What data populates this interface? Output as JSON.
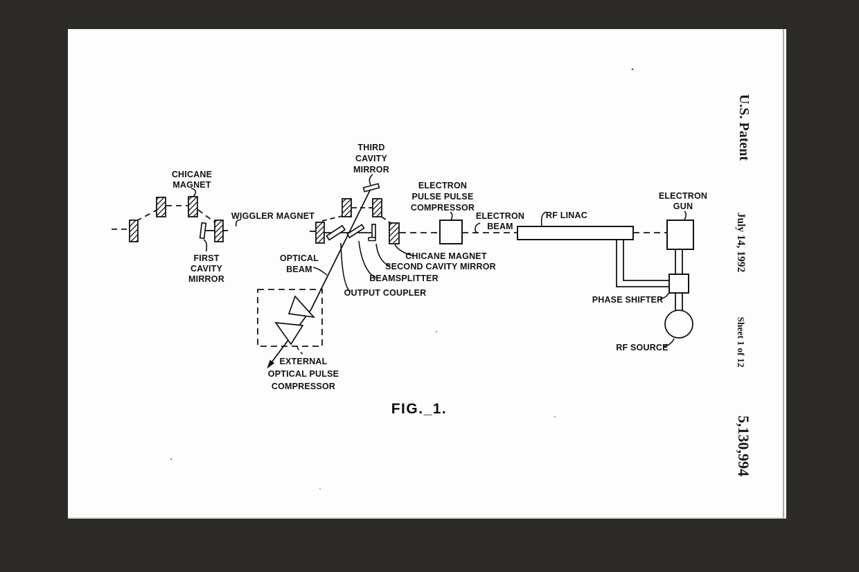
{
  "palette": {
    "background": "#2d2b27",
    "paper": "#fdfdfd",
    "ink": "#121212",
    "edge_shadow": "#a8a8a8"
  },
  "header": {
    "title": "U.S. Patent",
    "date": "July 14, 1992",
    "sheet": "Sheet 1 of 12",
    "patent_number": "5,130,994"
  },
  "figure": {
    "caption": "FIG._1.",
    "labels": {
      "chicane_magnet_left": [
        "CHICANE",
        "MAGNET"
      ],
      "first_cavity_mirror": [
        "FIRST",
        "CAVITY",
        "MIRROR"
      ],
      "wiggler_magnet": "WIGGLER MAGNET",
      "third_cavity_mirror": [
        "THIRD",
        "CAVITY",
        "MIRROR"
      ],
      "optical_beam": [
        "OPTICAL",
        "BEAM"
      ],
      "output_coupler": "OUTPUT COUPLER",
      "beamsplitter": "BEAMSPLITTER",
      "second_cavity_mirror": "SECOND CAVITY MIRROR",
      "chicane_magnet_right": "CHICANE MAGNET",
      "electron_pulse_compressor": [
        "ELECTRON",
        "PULSE PULSE",
        "COMPRESSOR"
      ],
      "electron_beam": [
        "ELECTRON",
        "BEAM"
      ],
      "rf_linac": "RF LINAC",
      "electron_gun": [
        "ELECTRON",
        "GUN"
      ],
      "phase_shifter": "PHASE SHIFTER",
      "rf_source": "RF SOURCE",
      "external_optical_pulse_compressor": [
        "EXTERNAL",
        "OPTICAL PULSE",
        "COMPRESSOR"
      ]
    }
  }
}
